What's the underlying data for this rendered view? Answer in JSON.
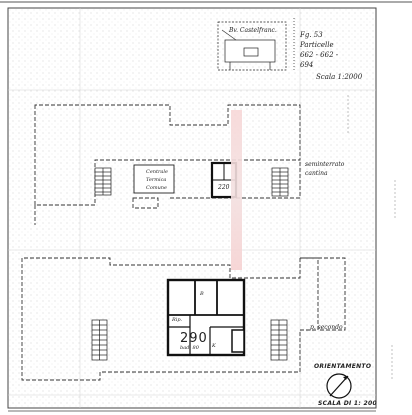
{
  "legend": {
    "line1": "Bv. Castelfranc.",
    "fg": "Fg. 53",
    "particelle_label": "Particelle",
    "particelle_values": "662 - 662 -",
    "particelle_values_2": "694",
    "scale": "Scala 1:2000"
  },
  "labels": {
    "sottotetto": "seminterrato",
    "cantina": "cantina",
    "box_title_1": "Centrale",
    "box_title_2": "Termica",
    "box_title_3": "Comune",
    "p_secondo": "p. secondo",
    "unit_number": "290",
    "unit_sub": "bad. 80",
    "unit_code": "220",
    "rip": "Rip.",
    "b_room": "B",
    "k_room": "K",
    "orientamento": "ORIENTAMENTO",
    "scala": "SCALA DI 1: 200"
  },
  "colors": {
    "ink": "#222222",
    "grid": "#c9c9c9",
    "stamp": "#f2c8c8"
  }
}
